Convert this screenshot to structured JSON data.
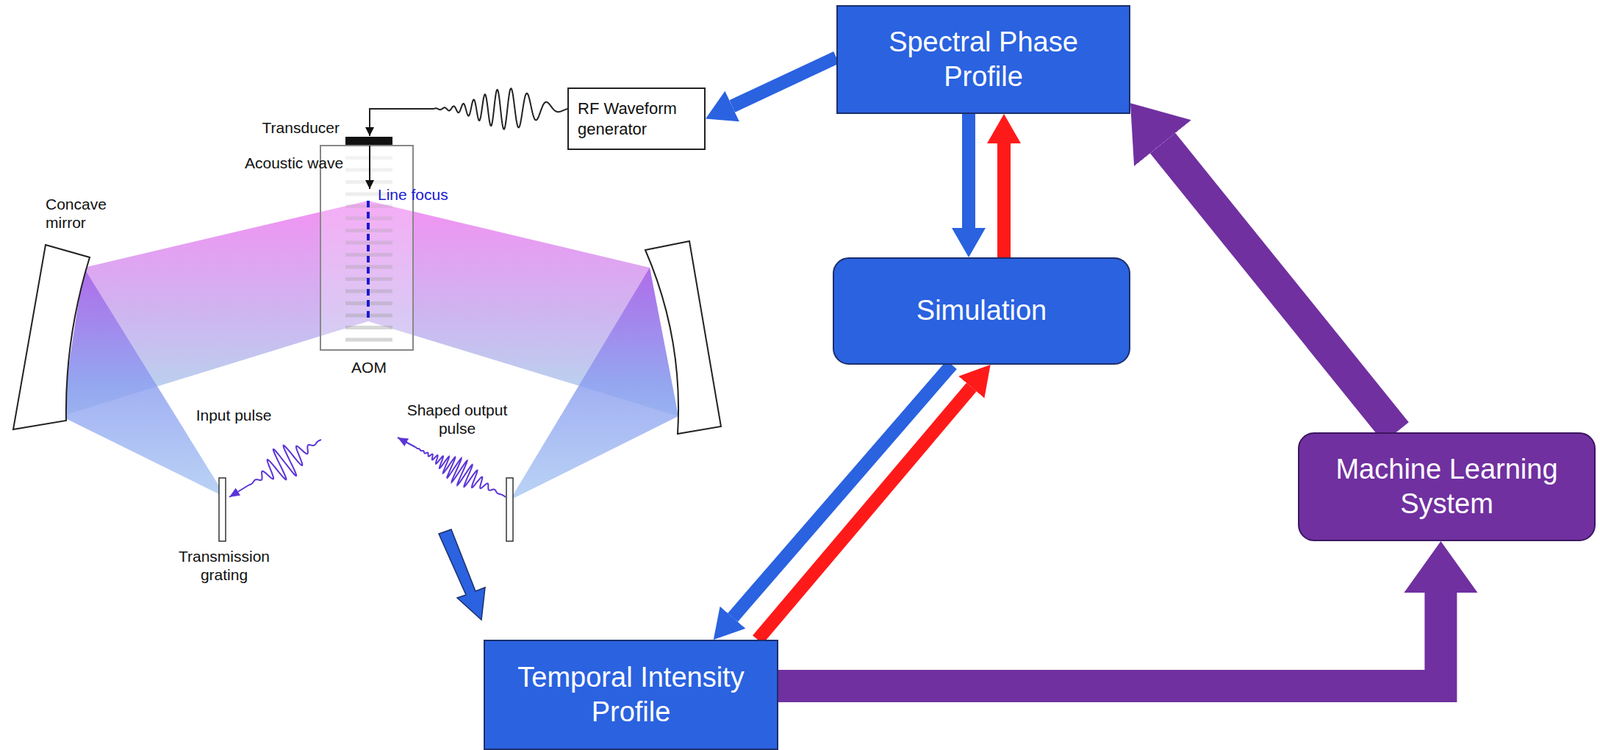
{
  "diagram": {
    "nodes": [
      {
        "text": [
          "Spectral Phase Profile"
        ]
      },
      {
        "text": [
          "RF Waveform generator"
        ]
      },
      {
        "text": [
          "Simulation"
        ]
      },
      {
        "text": [
          "Machine Learning System"
        ]
      },
      {
        "text": [
          "Temporal Intensity Profile"
        ]
      }
    ],
    "edges": [
      {
        "from": 0,
        "to": 1,
        "arrow": "to"
      },
      {
        "from": 0,
        "to": 2,
        "arrow": "to"
      },
      {
        "from": 2,
        "to": 0,
        "arrow": "to"
      },
      {
        "from": 2,
        "to": 4,
        "arrow": "to"
      },
      {
        "from": 4,
        "to": 2,
        "arrow": "to"
      },
      {
        "from": 4,
        "to": 3,
        "arrow": "to"
      },
      {
        "from": 3,
        "to": 0,
        "arrow": "to"
      }
    ],
    "labels": [
      "Transducer",
      "Acoustic wave",
      "Line focus",
      "Concave mirror",
      "AOM",
      "Input pulse",
      "Shaped output pulse",
      "Transmission grating"
    ]
  }
}
